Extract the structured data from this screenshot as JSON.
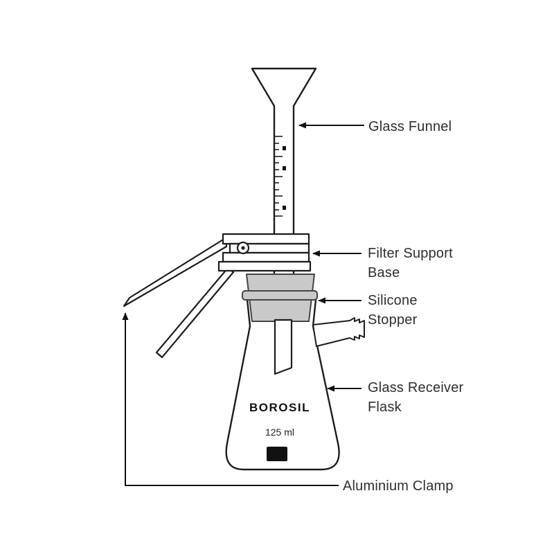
{
  "colors": {
    "line": "#1c1c1c",
    "stopper": "#c9c9c9",
    "text": "#2e2e2e"
  },
  "apparatus": {
    "brand": "BOROSIL",
    "volume": "125 ml"
  },
  "labels": {
    "glass_funnel": "Glass Funnel",
    "filter_support_base": "Filter Support Base",
    "silicone_stopper": "Silicone Stopper",
    "glass_receiver_flask": "Glass Receiver Flask",
    "aluminium_clamp": "Aluminium Clamp"
  }
}
